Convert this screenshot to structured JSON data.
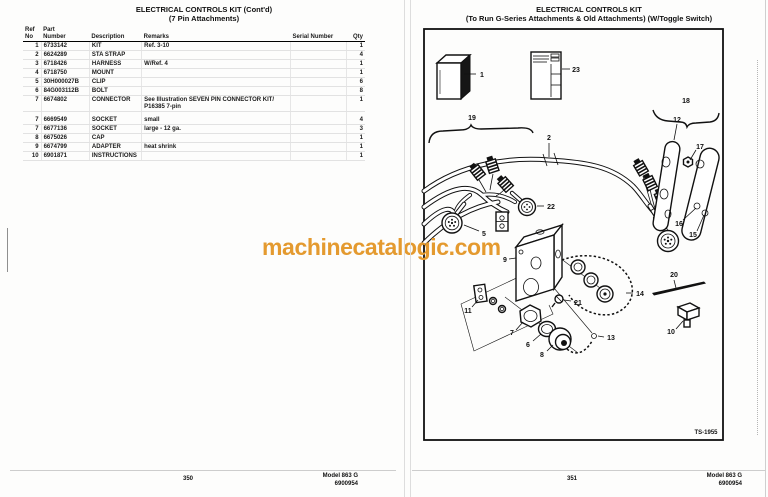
{
  "watermark": {
    "text": "machinecatalogic.com",
    "color": "#e49a2f"
  },
  "left_page": {
    "title": "ELECTRICAL CONTROLS KIT (Cont'd)",
    "subtitle": "(7 Pin Attachments)",
    "table": {
      "headers": {
        "ref1": "Ref",
        "ref2": "No",
        "part1": "Part",
        "part2": "Number",
        "description": "Description",
        "remarks": "Remarks",
        "serial": "Serial Number",
        "qty": "Qty"
      },
      "rows": [
        {
          "ref": "1",
          "part": "6733142",
          "desc": "KIT",
          "remarks": "Ref. 3-10",
          "serial": "",
          "qty": "1"
        },
        {
          "ref": "2",
          "part": "6624289",
          "desc": "STA STRAP",
          "remarks": "",
          "serial": "",
          "qty": "4"
        },
        {
          "ref": "3",
          "part": "6718426",
          "desc": "HARNESS",
          "remarks": "W/Ref. 4",
          "serial": "",
          "qty": "1"
        },
        {
          "ref": "4",
          "part": "6718750",
          "desc": "MOUNT",
          "remarks": "",
          "serial": "",
          "qty": "1"
        },
        {
          "ref": "5",
          "part": "30H000027B",
          "desc": "CLIP",
          "remarks": "",
          "serial": "",
          "qty": "6"
        },
        {
          "ref": "6",
          "part": "84G003112B",
          "desc": "BOLT",
          "remarks": "",
          "serial": "",
          "qty": "8"
        },
        {
          "ref": "7",
          "part": "6674802",
          "desc": "CONNECTOR",
          "remarks": "See Illustration SEVEN PIN CONNECTOR KIT/\nP16385 7-pin",
          "serial": "",
          "qty": "1"
        },
        {
          "ref": "7",
          "part": "6669549",
          "desc": "SOCKET",
          "remarks": "small",
          "serial": "",
          "qty": "4"
        },
        {
          "ref": "7",
          "part": "6677136",
          "desc": "SOCKET",
          "remarks": "large - 12 ga.",
          "serial": "",
          "qty": "3"
        },
        {
          "ref": "8",
          "part": "6675026",
          "desc": "CAP",
          "remarks": "",
          "serial": "",
          "qty": "1"
        },
        {
          "ref": "9",
          "part": "6674799",
          "desc": "ADAPTER",
          "remarks": "heat shrink",
          "serial": "",
          "qty": "1"
        },
        {
          "ref": "10",
          "part": "6901871",
          "desc": "INSTRUCTIONS",
          "remarks": "",
          "serial": "",
          "qty": "1"
        }
      ]
    },
    "footer": {
      "page": "350",
      "model": "Model 863 G",
      "number": "6900954"
    }
  },
  "right_page": {
    "title": "ELECTRICAL CONTROLS KIT",
    "subtitle": "(To Run G-Series Attachments & Old Attachments) (W/Toggle Switch)",
    "diagram_code": "TS-1955",
    "callouts": [
      "1",
      "23",
      "19",
      "2",
      "18",
      "12",
      "17",
      "16",
      "15",
      "22",
      "5",
      "9",
      "11",
      "7",
      "6",
      "8",
      "21",
      "14",
      "13",
      "20",
      "10"
    ],
    "footer": {
      "page": "351",
      "model": "Model 863 G",
      "number": "6900954"
    }
  }
}
